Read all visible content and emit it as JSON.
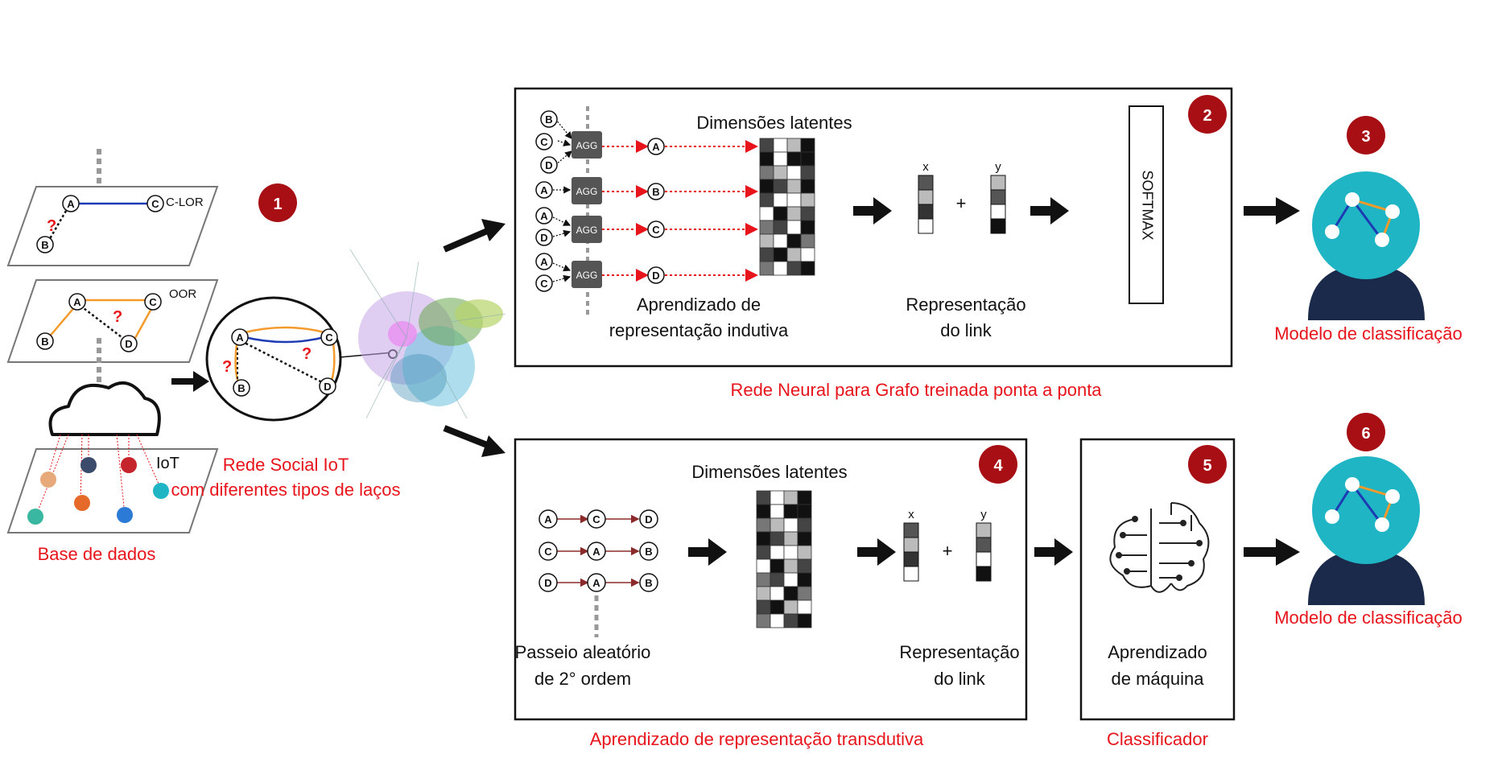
{
  "badges": [
    "1",
    "2",
    "3",
    "4",
    "5",
    "6"
  ],
  "left": {
    "layer_clor": "C-LOR",
    "layer_oor": "OOR",
    "layer_iot": "IoT",
    "node_a": "A",
    "node_b": "B",
    "node_c": "C",
    "node_d": "D",
    "question": "?",
    "database_label": "Base de dados",
    "social_label_1": "Rede Social IoT",
    "social_label_2": "com diferentes tipos de laços"
  },
  "gnn": {
    "agg": "AGG",
    "latent_title": "Dimensões latentes",
    "inductive_1": "Aprendizado de",
    "inductive_2": "representação indutiva",
    "link_repr_1": "Representação",
    "link_repr_2": "do link",
    "x": "x",
    "y": "y",
    "plus": "+",
    "softmax": "SOFTMAX",
    "caption": "Rede Neural para Grafo treinada ponta a ponta"
  },
  "transductive": {
    "latent_title": "Dimensões latentes",
    "walk_1": "Passeio aleatório",
    "walk_2": "de 2° ordem",
    "link_repr_1": "Representação",
    "link_repr_2": "do link",
    "caption": "Aprendizado de representação transdutiva"
  },
  "classifier": {
    "ml_1": "Aprendizado",
    "ml_2": "de máquina",
    "caption": "Classificador"
  },
  "model_label_top": "Modelo de classificação",
  "model_label_bottom": "Modelo de classificação",
  "colors": {
    "accent_red": "#e8141c",
    "badge_red": "#a80f14",
    "teal": "#1fb5c4",
    "navy": "#1b2a4a",
    "orange": "#f39a2b",
    "blue": "#1d3bb3"
  }
}
